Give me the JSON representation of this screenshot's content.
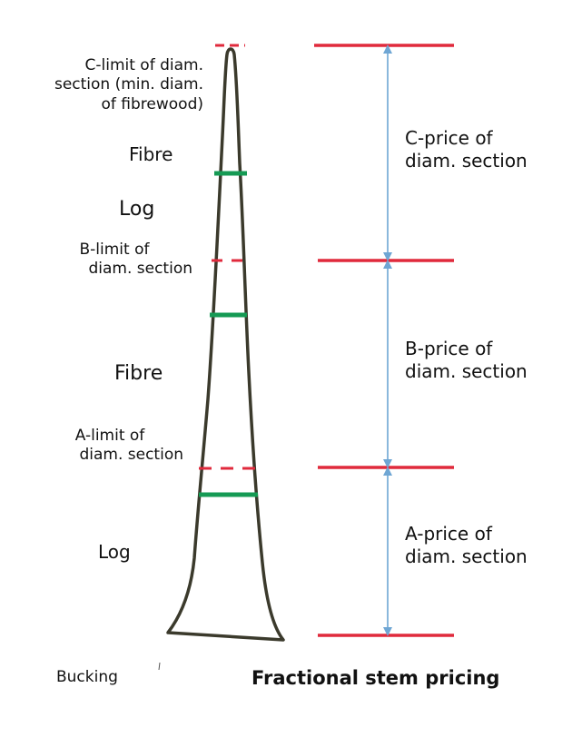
{
  "labels": {
    "c_limit": [
      "C-limit of diam.",
      "section (min. diam.",
      "of fibrewood)"
    ],
    "fibre_top": "Fibre",
    "log_top": "Log",
    "b_limit": [
      "B-limit of",
      "diam. section"
    ],
    "fibre_mid": "Fibre",
    "a_limit": [
      "A-limit of",
      "diam. section"
    ],
    "log_bottom": "Log",
    "bucking": "Bucking",
    "title": "Fractional stem pricing",
    "c_price": [
      "C-price of",
      "diam. section"
    ],
    "b_price": [
      "B-price of",
      "diam. section"
    ],
    "a_price": [
      "A-price of",
      "diam. section"
    ]
  },
  "colors": {
    "stem_outline": "#3b3a2c",
    "limit_line": "#e02a3c",
    "log_fibre_boundary": "#159a54",
    "arrow": "#8ab8dc"
  }
}
